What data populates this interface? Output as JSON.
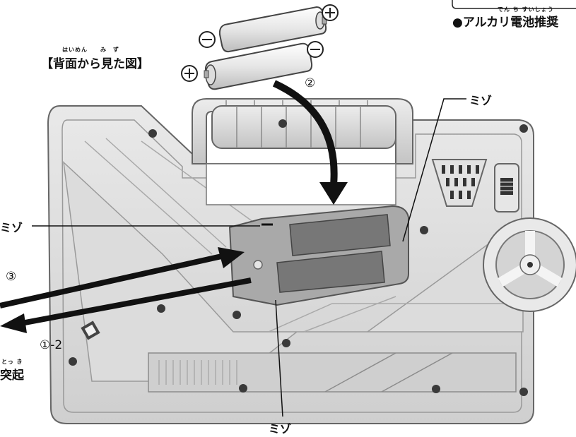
{
  "notes": {
    "alkaline_note": "●アルカリ電池推奨",
    "alkaline_ruby": "でん ち すいしょう",
    "back_view_title": "【背面から見た図】",
    "back_view_ruby": "はいめん　　み　ず"
  },
  "callouts": {
    "groove_top_right": "ミゾ",
    "groove_left": "ミゾ",
    "groove_bottom": "ミゾ",
    "protrusion": "突起",
    "protrusion_ruby": "とっ き"
  },
  "steps": {
    "step_2": "②",
    "step_3": "③",
    "step_1_2": "①-2"
  },
  "battery_symbols": {
    "plus": "⊕",
    "minus": "⊖"
  }
}
